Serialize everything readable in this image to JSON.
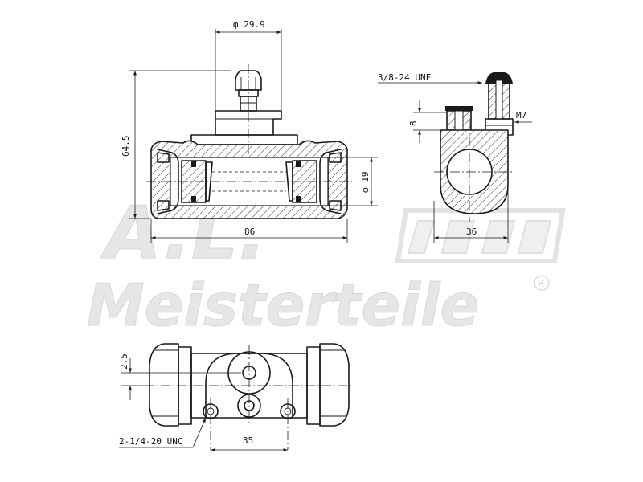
{
  "drawing": {
    "dimensions": {
      "top_width_phi": "φ 29.9",
      "overall_height": "64.5",
      "bore_phi": "φ 19",
      "overall_length": "86",
      "thread_upper": "3/8-24 UNF",
      "nipple_offset": "8",
      "bolt_thread": "M7",
      "side_width": "36",
      "bottom_offset": "2.5",
      "mount_thread": "2-1/4-20 UNC",
      "hole_spacing": "35"
    },
    "watermark": {
      "logo": "A.L.",
      "brand": "Meisterteile",
      "registered": "R"
    }
  }
}
